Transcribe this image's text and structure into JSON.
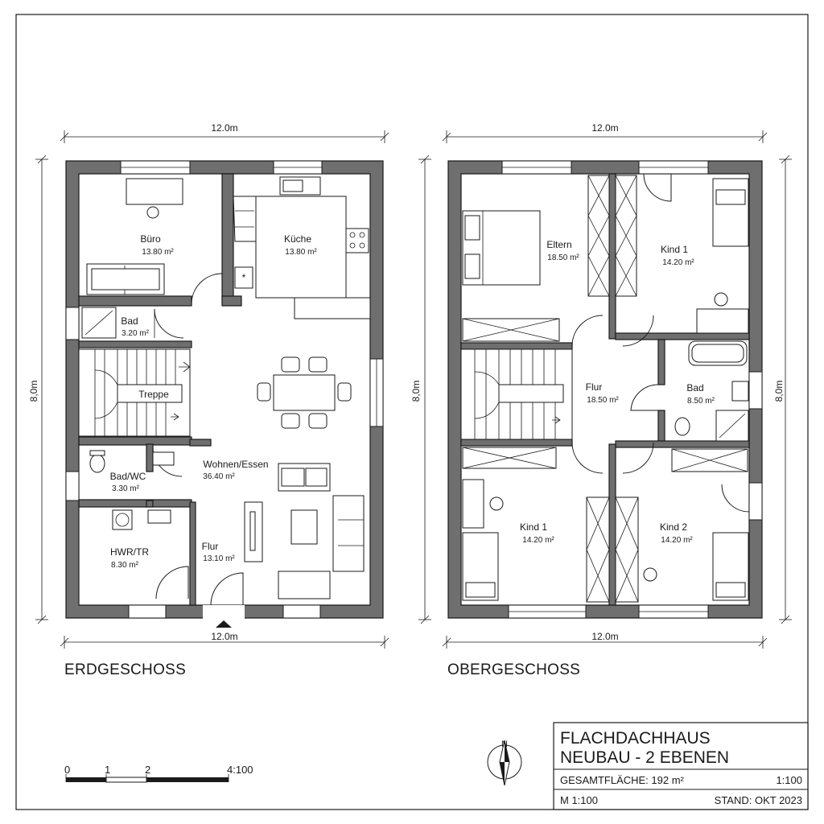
{
  "ground_floor": {
    "label": "ERDGESCHOSS",
    "dim_top": "12.0m",
    "dim_bottom": "12.0m",
    "dim_left": "8,0m",
    "rooms": [
      {
        "name": "Büro",
        "area": "13.80 m²"
      },
      {
        "name": "Küche",
        "area": "13.80 m²"
      },
      {
        "name": "Bad",
        "area": "3.20 m²"
      },
      {
        "name": "Treppe",
        "area": ""
      },
      {
        "name": "Wohnen/Essen",
        "area": "36.40 m²"
      },
      {
        "name": "Bad/WC",
        "area": "3.30 m²"
      },
      {
        "name": "HWR/TR",
        "area": "8.30 m²"
      },
      {
        "name": "Flur",
        "area": "13.10 m²"
      }
    ]
  },
  "upper_floor": {
    "label": "OBERGESCHOSS",
    "dim_top": "12.0m",
    "dim_bottom": "12.0m",
    "dim_left": "8,0m",
    "dim_right": "8,0m",
    "rooms": [
      {
        "name": "Eltern",
        "area": "18.50 m²"
      },
      {
        "name": "Kind 1",
        "area": "14.20 m²"
      },
      {
        "name": "Flur",
        "area": "18.50 m²"
      },
      {
        "name": "Bad",
        "area": "8.50 m²"
      },
      {
        "name": "Kind 1",
        "area": "14.20 m²"
      },
      {
        "name": "Kind 2",
        "area": "14.20 m²"
      }
    ]
  },
  "scale_bar": {
    "ticks": [
      "0",
      "1",
      "2"
    ],
    "label": "4:100"
  },
  "north_arrow": {
    "label": "N"
  },
  "title_block": {
    "title": "FLACHDACHHAUS",
    "subtitle": "NEUBAU - 2 EBENEN",
    "total_area": "GESAMTFLÄCHE: 192 m²",
    "scale_right": "1:100",
    "scale": "M 1:100",
    "date": "STAND: OKT 2023"
  }
}
